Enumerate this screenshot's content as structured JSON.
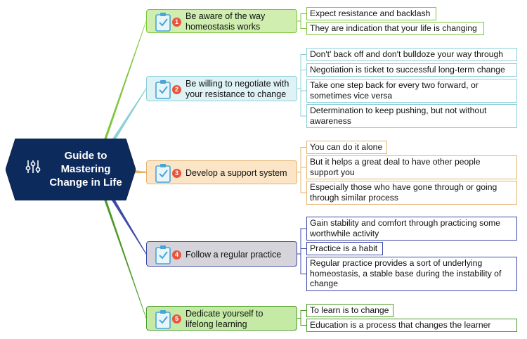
{
  "central": {
    "title": "Guide to\nMastering\nChange in Life",
    "icon": "sliders-icon",
    "color": "#0d2a5c"
  },
  "topics": [
    {
      "number": "1",
      "label": "Be aware of the way\nhomeostasis works",
      "color": "#7dc63a",
      "fill": "#cfeeb0",
      "items": [
        "Expect resistance and backlash",
        "They are indication that your life is changing"
      ]
    },
    {
      "number": "2",
      "label": "Be willing to negotiate with\nyour resistance to change",
      "color": "#8ccfd8",
      "fill": "#dff3f6",
      "items": [
        "Don't' back off and don't bulldoze your way through",
        "Negotiation is ticket to successful long-term change",
        "Take one step back for every two forward, or\nsometimes vice versa",
        "Determination to keep pushing, but not without\nawareness"
      ]
    },
    {
      "number": "3",
      "label": "Develop a support system",
      "color": "#e6b46e",
      "fill": "#fbe5c6",
      "items": [
        "You can do it alone",
        "But it helps a great deal to have other people\nsupport you",
        "Especially those who have gone through or going\nthrough similar process"
      ]
    },
    {
      "number": "4",
      "label": "Follow a regular practice",
      "color": "#3f4aa8",
      "fill": "#d4d4da",
      "items": [
        "Gain stability and comfort through practicing some\nworthwhile activity",
        "Practice is a habit",
        "Regular practice provides a sort of underlying\nhomeostasis, a stable base during the instability of\nchange"
      ]
    },
    {
      "number": "5",
      "label": "Dedicate yourself to\nlifelong learning",
      "color": "#4e9a2a",
      "fill": "#c4eaa6",
      "items": [
        "To learn is to change",
        "Education is a process that changes the learner"
      ]
    }
  ]
}
